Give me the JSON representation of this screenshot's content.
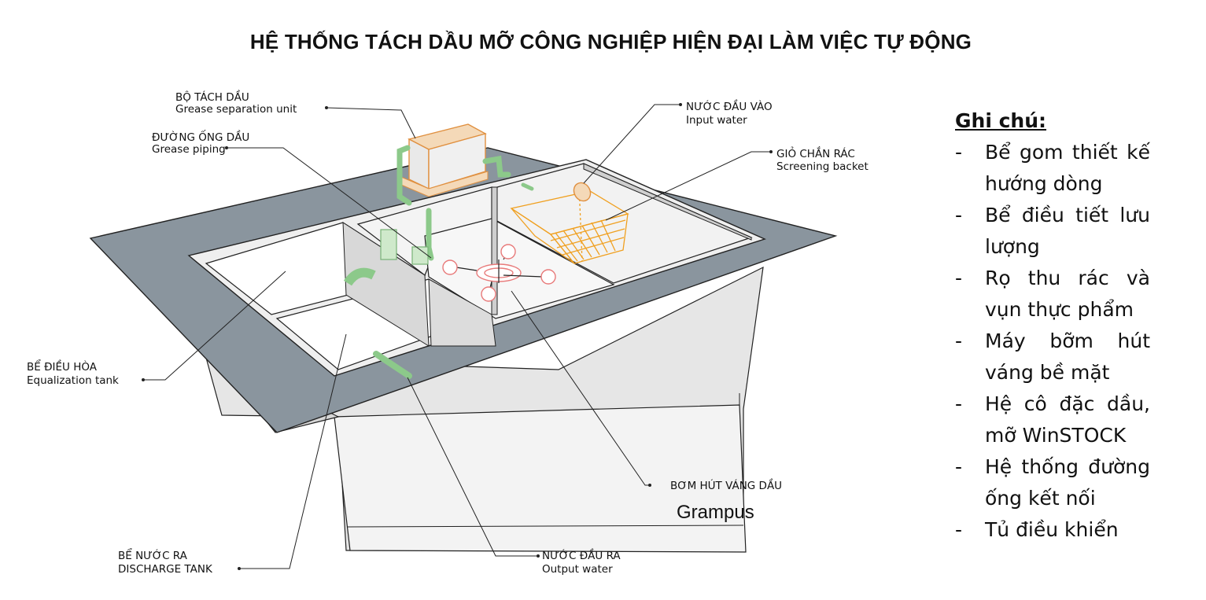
{
  "title": "HỆ THỐNG TÁCH DẦU MỠ CÔNG NGHIỆP HIỆN ĐẠI LÀM VIỆC TỰ ĐỘNG",
  "labels": {
    "grease_unit": {
      "vi": "BỘ TÁCH DẦU",
      "en": "Grease separation unit"
    },
    "grease_piping": {
      "vi": "ĐƯỜNG ỐNG DẦU",
      "en": "Grease piping"
    },
    "input_water": {
      "vi": "NƯỚC ĐẦU VÀO",
      "en": "Input water"
    },
    "screening_basket": {
      "vi": "GIỎ CHẮN RÁC",
      "en": "Screening backet"
    },
    "equalization_tank": {
      "vi": "BỂ ĐIỀU HÒA",
      "en": "Equalization tank"
    },
    "skimmer_pump": {
      "vi": "BƠM HÚT VÁNG DẦU",
      "en": "Grampus"
    },
    "discharge_tank": {
      "vi": "BỂ NƯỚC RA",
      "en": "DISCHARGE TANK"
    },
    "output_water": {
      "vi": "NƯỚC ĐẦU RA",
      "en": "Output water"
    }
  },
  "notes": {
    "heading": "Ghi chú:",
    "bullet": "-",
    "items": [
      "Bể gom thiết kế hướng dòng",
      "Bể điều tiết lưu lượng",
      "Rọ thu rác và vụn thực phẩm",
      "Máy bỡm hút váng bề mặt",
      "Hệ cô đặc dầu, mỡ WinSTOCK",
      "Hệ thống đường ống kết nối",
      "Tủ điều khiển"
    ]
  },
  "colors": {
    "slab": "#8a959e",
    "wall": "#efefef",
    "pipe_green": "#9fd39a",
    "basket_orange": "#f0a020",
    "pump_pink": "#e87a7a"
  }
}
